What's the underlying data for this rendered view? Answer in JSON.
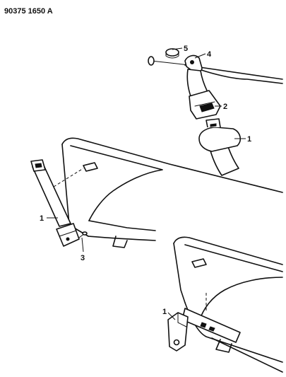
{
  "figure_code": "90375 1650 A",
  "callouts": {
    "shoulder_belt_front": "1",
    "buckle": "2",
    "anchor_bracket": "4",
    "anchor_bolt": "5",
    "rear_retractor_belt": "1",
    "retractor_screw": "3",
    "lower_anchor_bracket": "1"
  }
}
